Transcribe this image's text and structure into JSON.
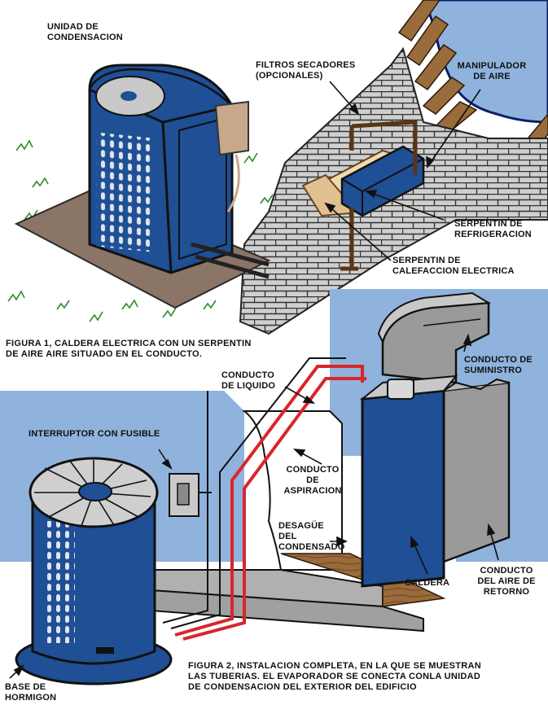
{
  "figure1": {
    "labels": {
      "condensing_unit": [
        "UNIDAD DE",
        "CONDENSACION"
      ],
      "dryer_filters": [
        "FILTROS SECADORES",
        "(OPCIONALES)"
      ],
      "air_handler": [
        "MANIPULADOR",
        "DE AIRE"
      ],
      "cooling_coil": [
        "SERPENTIN DE",
        "REFRIGERACION"
      ],
      "heating_coil": [
        "SERPENTIN DE",
        "CALEFACCION ELECTRICA"
      ]
    },
    "caption": [
      "FIGURA 1, CALDERA ELECTRICA CON UN SERPENTIN",
      "DE AIRE AIRE SITUADO EN EL CONDUCTO."
    ]
  },
  "figure2": {
    "labels": {
      "supply_duct": [
        "CONDUCTO DE",
        "SUMINISTRO"
      ],
      "liquid_line": [
        "CONDUCTO",
        "DE LIQUIDO"
      ],
      "fused_switch": [
        "INTERRUPTOR CON FUSIBLE"
      ],
      "suction_line": [
        "CONDUCTO",
        "DE",
        "ASPIRACION"
      ],
      "condensate_drain": [
        "DESAGÜE",
        "DEL",
        "CONDENSADO"
      ],
      "furnace": [
        "CALDERA"
      ],
      "return_duct": [
        "CONDUCTO",
        "DEL AIRE DE",
        "RETORNO"
      ],
      "concrete_base": [
        "BASE DE",
        "HORMIGON"
      ]
    },
    "caption": [
      "FIGURA 2, INSTALACION COMPLETA, EN LA QUE SE MUESTRAN",
      "LAS TUBERIAS. EL EVAPORADOR SE CONECTA CONLA UNIDAD",
      "DE CONDENSACION DEL EXTERIOR DEL EDIFICIO"
    ]
  },
  "colors": {
    "unit_blue": "#1f4f94",
    "sky_blue": "#8fb3dc",
    "brick_gray": "#c8c8c8",
    "refrigerant_red": "#d8262d"
  }
}
